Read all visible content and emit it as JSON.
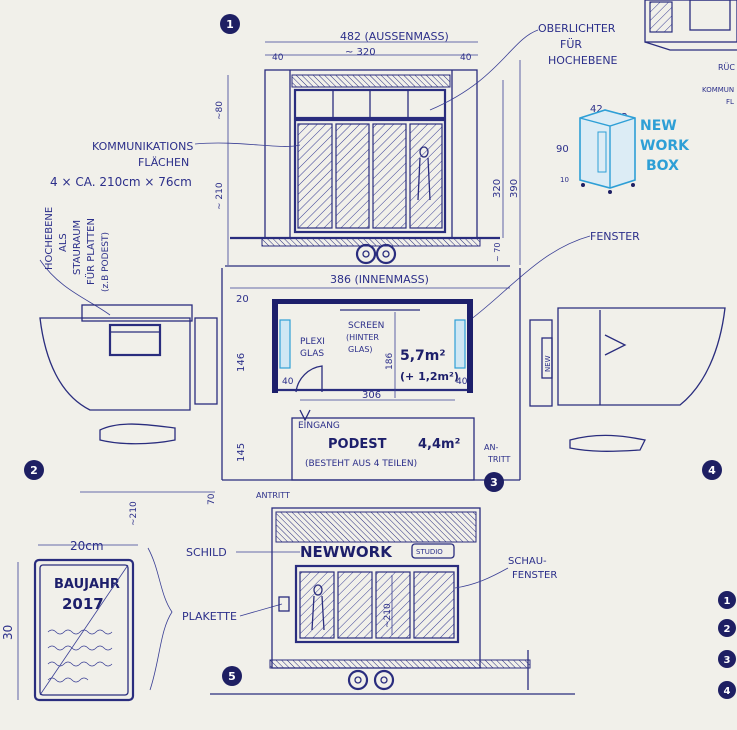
{
  "markers": {
    "n1": "1",
    "n2": "2",
    "n3": "3",
    "n4": "4",
    "n5": "5"
  },
  "legend": {
    "items": [
      "1",
      "2",
      "3",
      "4"
    ]
  },
  "front": {
    "width_total": "482 (AUSSENMASS)",
    "width_inner": "~ 320",
    "side_left": "40",
    "side_right": "40",
    "height_top": "~80",
    "height_mid": "~ 210",
    "height_right": "320",
    "height_total": "390",
    "height_bottom": "~ 70"
  },
  "annotations": {
    "oberlichter": [
      "OBERLICHTER",
      "FÜR",
      "HOCHEBENE"
    ],
    "kommunikation": [
      "KOMMUNIKATIONS",
      "FLÄCHEN",
      "4 × CA. 210cm × 76cm"
    ],
    "hochebene": [
      "HOCHEBENE",
      "ALS",
      "STAURAUM",
      "FÜR PLATTEN",
      "(z.B PODEST)"
    ],
    "fenster": "FENSTER"
  },
  "workbox": {
    "title": [
      "NEW",
      "WORK",
      "BOX"
    ],
    "dim_w": "42",
    "dim_d": "72",
    "dim_h": "90",
    "dim_base": "10"
  },
  "plan": {
    "width_inner": "386 (INNENMASS)",
    "wall_top": "20",
    "plexi": [
      "PLEXI",
      "GLAS"
    ],
    "screen": [
      "SCREEN",
      "(HINTER",
      "GLAS)"
    ],
    "room_area": "5,7m²",
    "room_extra": "(+ 1,2m²)",
    "depth_room": "186",
    "left_room": "146",
    "left_podest": "145",
    "corner_left": "40",
    "corner_right": "40",
    "width_room": "306",
    "eingang": "EINGANG",
    "podest_label": "PODEST",
    "podest_area": "4,4m²",
    "podest_note": "(BESTEHT AUS 4 TEILEN)",
    "antritt_left": "ANTRITT",
    "antritt_right": [
      "AN-",
      "TRITT"
    ],
    "left_dim_a": "~210",
    "left_dim_b": "70",
    "right_sign": "NEW"
  },
  "plaque": {
    "width": "20cm",
    "height": "30",
    "line1": "BAUJAHR",
    "line2": "2017",
    "schild": "SCHILD",
    "plakette": "PLAKETTE"
  },
  "elevation": {
    "sign": "NEWWORK",
    "sign_badge": "STUDIO",
    "height": "~210",
    "schaufenster": [
      "SCHAU-",
      "FENSTER"
    ]
  },
  "topright": {
    "rueck": "RÜC",
    "kommun": "KOMMUN",
    "fl": "FL"
  }
}
